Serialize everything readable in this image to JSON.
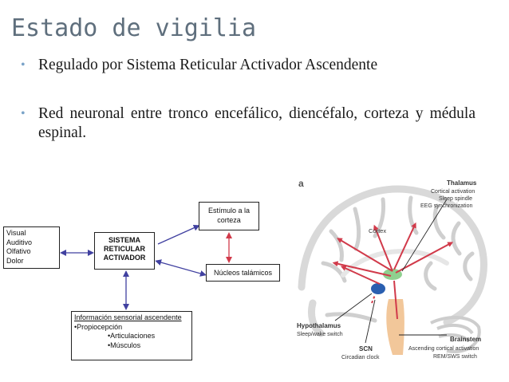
{
  "slide": {
    "title": "Estado de vigilia",
    "bullets": [
      "Regulado por Sistema Reticular Activador Ascendente",
      "Red neuronal  entre tronco encefálico, diencéfalo, corteza y médula espinal."
    ],
    "bullet_symbol": "•"
  },
  "diagram": {
    "senses": [
      "Visual",
      "Auditivo",
      "Olfativo",
      "Dolor"
    ],
    "sistema": [
      "SISTEMA",
      "RETICULAR",
      "ACTIVADOR"
    ],
    "estimulo": [
      "Estímulo a la",
      "corteza"
    ],
    "nucleos": "Núcleos talámicos",
    "info_header": "Información sensorial ascendente",
    "info_items": [
      "•Propiocepción",
      "•Articulaciones",
      "•Músculos"
    ]
  },
  "brain_figure": {
    "panel_label": "a",
    "thalamus": {
      "title": "Thalamus",
      "lines": [
        "Cortical activation",
        "Sleep spindle",
        "EEG synchronization"
      ]
    },
    "cortex": "Cortex",
    "hypothalamus": {
      "title": "Hypothalamus",
      "line": "Sleep/wake switch"
    },
    "scn": {
      "title": "SCN",
      "line": "Circadian clock"
    },
    "brainstem": {
      "title": "Brainstem",
      "lines": [
        "Ascending cortical activation",
        "REM/SWS switch"
      ]
    }
  },
  "colors": {
    "title": "#5f6f7d",
    "bullet_dot": "#7aa3c8",
    "arrow_blue": "#4040a0",
    "arrow_red": "#d13a4a",
    "thalamus_green": "#8fd08f",
    "hypothalamus_blue": "#2a5fb0",
    "brainstem_tan": "#f2c79a"
  }
}
